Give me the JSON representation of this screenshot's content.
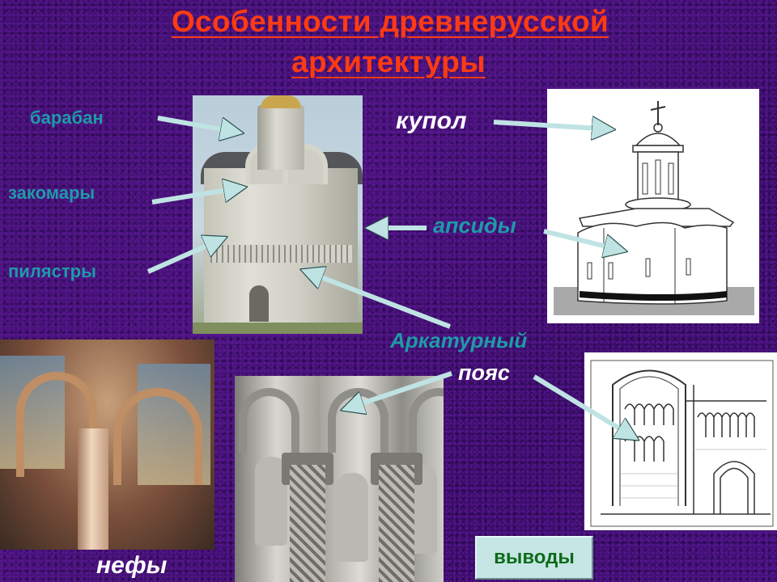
{
  "slide": {
    "title_line1": "Особенности древнерусской",
    "title_line2": "архитектуры",
    "colors": {
      "background": "#3d0f6e",
      "title": "#ff3b12",
      "label_teal": "#1f9aa8",
      "label_white": "#ffffff",
      "arrow_fill": "#bfe3e3",
      "button_bg": "#c6e6e6",
      "button_text": "#0e6b1a"
    }
  },
  "labels": {
    "baraban": "барабан",
    "zakomary": "закомары",
    "pilastry": "пилястры",
    "kupol": "купол",
    "apsidy": "апсиды",
    "arkaturny": "Аркатурный",
    "poyas": "пояс",
    "nefy": "нефы"
  },
  "images": {
    "church_photo": "church-photo",
    "church_drawing": "church-drawing",
    "naves_photo": "naves-interior-photo",
    "carving_photo": "stone-carving-photo",
    "arcade_drawing": "arcade-belt-drawing"
  },
  "button": {
    "conclusions_label": "выводы"
  }
}
